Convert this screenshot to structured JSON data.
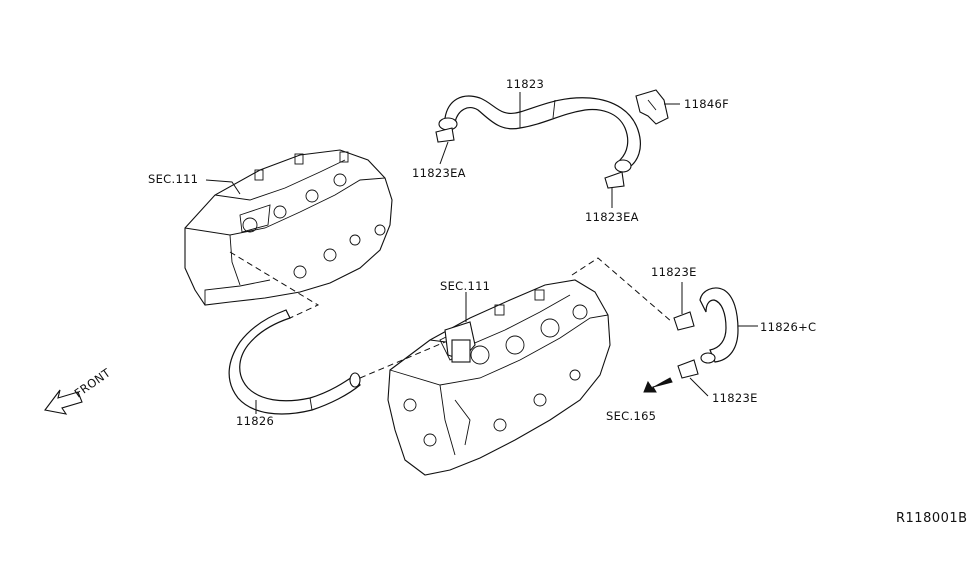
{
  "labels": {
    "sec111_upper": "SEC.111",
    "sec111_lower": "SEC.111",
    "p11823": "11823",
    "p11846f": "11846F",
    "p11823ea_left": "11823EA",
    "p11823ea_right": "11823EA",
    "p11823e_upper": "11823E",
    "p11823e_lower": "11823E",
    "p11826c": "11826+C",
    "p11826": "11826",
    "sec165": "SEC.165",
    "front": "FRONT",
    "diagram_code": "R118001B"
  }
}
